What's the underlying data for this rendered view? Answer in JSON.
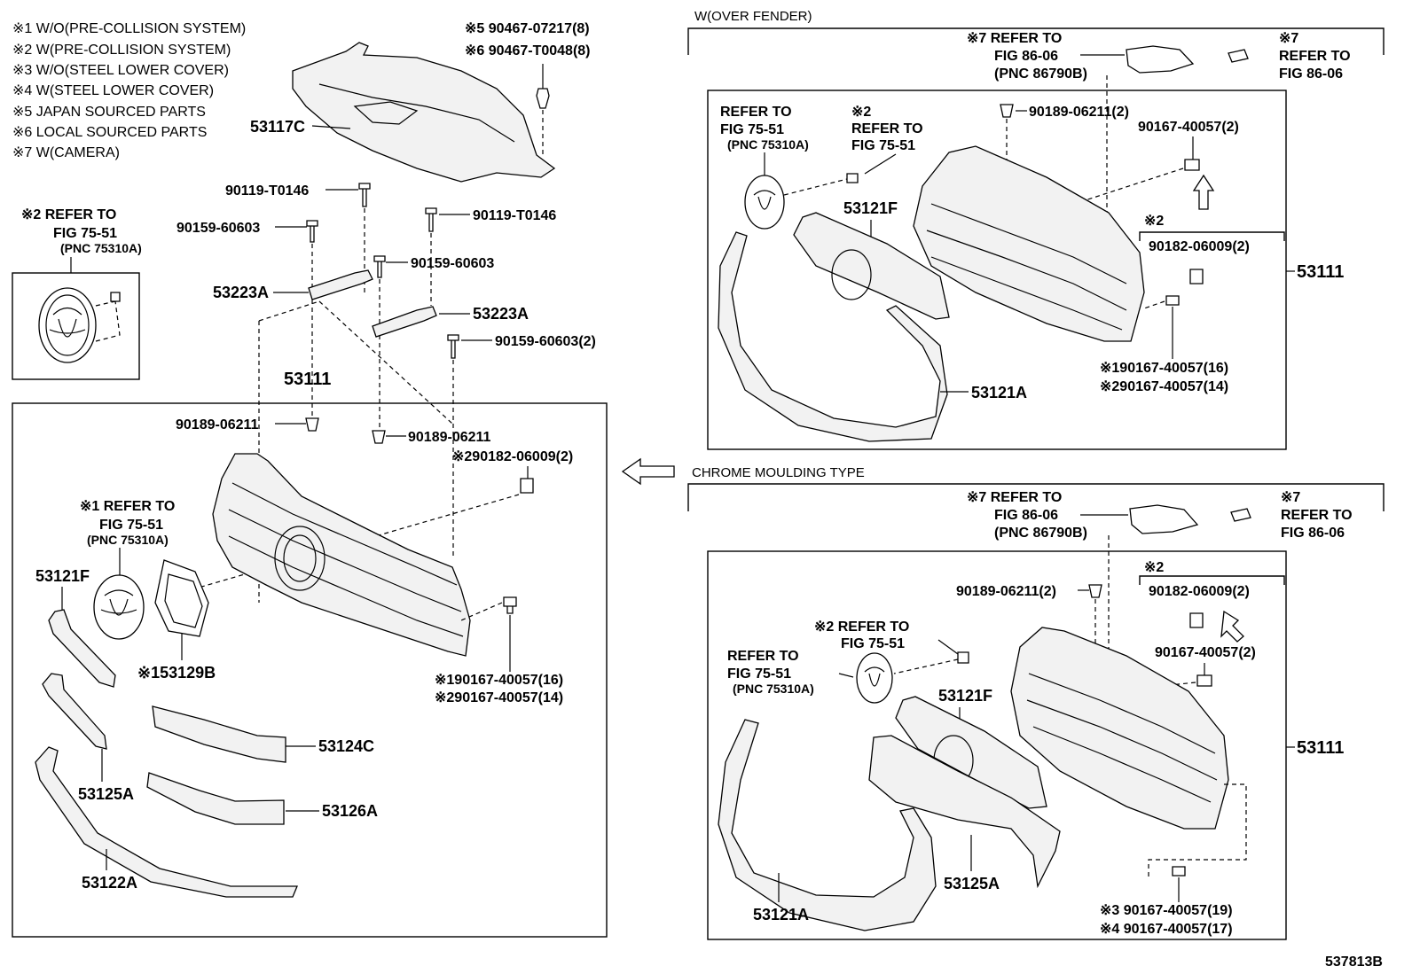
{
  "notes": [
    "※1 W/O(PRE-COLLISION SYSTEM)",
    "※2 W(PRE-COLLISION SYSTEM)",
    "※3 W/O(STEEL LOWER COVER)",
    "※4 W(STEEL LOWER COVER)",
    "※5 JAPAN SOURCED PARTS",
    "※6 LOCAL SOURCED PARTS",
    "※7 W(CAMERA)"
  ],
  "top": {
    "bolt_a": "※5 90467-07217(8)",
    "bolt_b": "※6 90467-T0048(8)",
    "cover": "53117C",
    "bolt_c": "90119-T0146",
    "bolt_d": "90159-60603",
    "bolt_e": "90119-T0146",
    "bolt_f": "90159-60603",
    "bracket_l": "53223A",
    "bracket_r": "53223A",
    "bolt_g": "90159-60603(2)",
    "main_label": "53111"
  },
  "emblem_box": {
    "ref1": "※2 REFER TO",
    "ref2": "FIG 75-51",
    "ref3": "(PNC 75310A)"
  },
  "main": {
    "clip1": "90189-06211",
    "clip2": "90189-06211",
    "nut": "※290182-06009(2)",
    "ref1": "※1 REFER TO",
    "ref2": "FIG 75-51",
    "ref3": "(PNC 75310A)",
    "p53121f": "53121F",
    "p53129b": "※153129B",
    "screw1": "※190167-40057(16)",
    "screw2": "※290167-40057(14)",
    "p53124c": "53124C",
    "p53125a": "53125A",
    "p53126a": "53126A",
    "p53122a": "53122A"
  },
  "over_fender": {
    "title": "W(OVER FENDER)",
    "cam1": "※7 REFER TO",
    "cam2": "FIG 86-06",
    "cam3": "(PNC 86790B)",
    "cam_r1": "※7",
    "cam_r2": "REFER TO",
    "cam_r3": "FIG 86-06",
    "emb1": "REFER TO",
    "emb2": "FIG 75-51",
    "emb3": "(PNC 75310A)",
    "ref2a": "※2",
    "ref2b": "REFER TO",
    "ref2c": "FIG 75-51",
    "clip": "90189-06211(2)",
    "screw": "90167-40057(2)",
    "p53121f": "53121F",
    "nut_a": "※2",
    "nut_b": "90182-06009(2)",
    "p53111": "53111",
    "screw1": "※190167-40057(16)",
    "screw2": "※290167-40057(14)",
    "p53121a": "53121A"
  },
  "chrome": {
    "title": "CHROME MOULDING TYPE",
    "cam1": "※7 REFER TO",
    "cam2": "FIG 86-06",
    "cam3": "(PNC 86790B)",
    "cam_r1": "※7",
    "cam_r2": "REFER TO",
    "cam_r3": "FIG 86-06",
    "nut_a": "※2",
    "nut_b": "90182-06009(2)",
    "clip": "90189-06211(2)",
    "ref2a": "※2 REFER TO",
    "ref2b": "FIG 75-51",
    "emb1": "REFER TO",
    "emb2": "FIG 75-51",
    "emb3": "(PNC 75310A)",
    "screw": "90167-40057(2)",
    "p53121f": "53121F",
    "p53111": "53111",
    "p53121a": "53121A",
    "p53125a": "53125A",
    "screw3": "※3 90167-40057(19)",
    "screw4": "※4 90167-40057(17)"
  },
  "figure_id": "537813B"
}
